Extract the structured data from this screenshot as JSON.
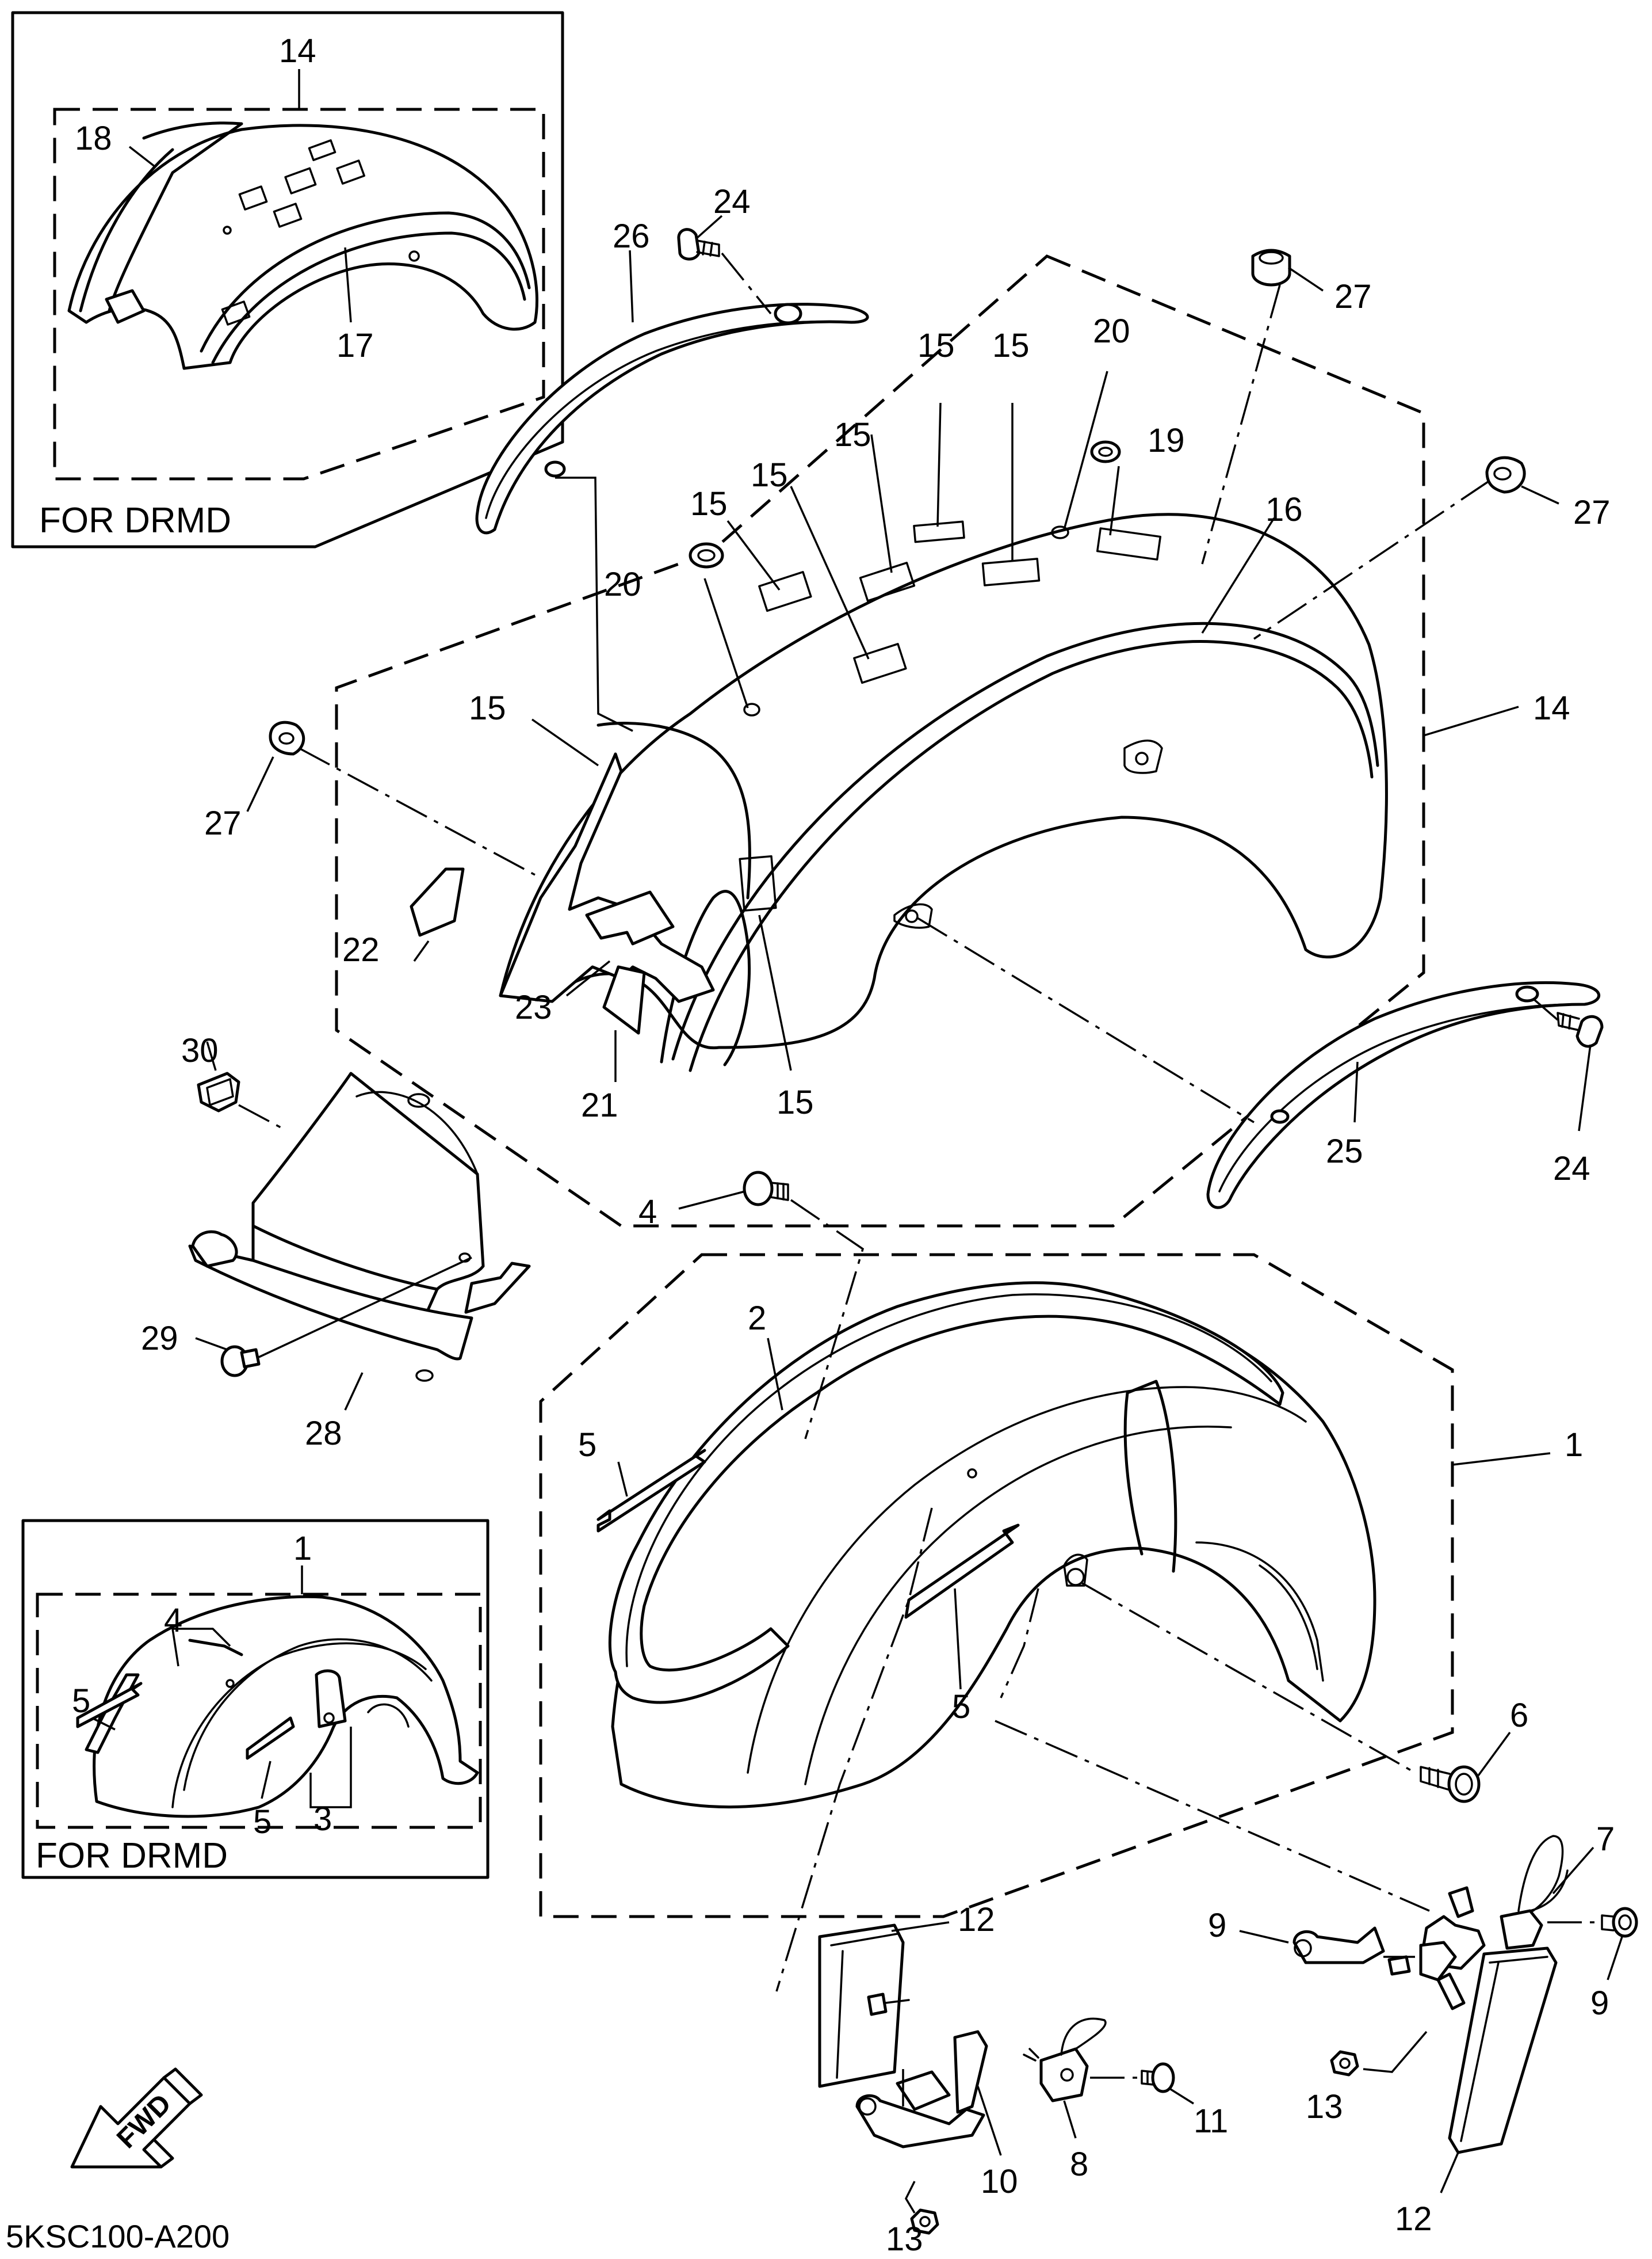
{
  "diagram_code": "5KSC100-A200",
  "inset_label": "FOR DRMD",
  "fwd_label": "FWD",
  "callouts": {
    "c1": "1",
    "c2": "2",
    "c3": "3",
    "c4": "4",
    "c5": "5",
    "c6": "6",
    "c7": "7",
    "c8": "8",
    "c9": "9",
    "c10": "10",
    "c11": "11",
    "c12": "12",
    "c13": "13",
    "c14": "14",
    "c15": "15",
    "c16": "16",
    "c17": "17",
    "c18": "18",
    "c19": "19",
    "c20": "20",
    "c21": "21",
    "c22": "22",
    "c23": "23",
    "c24": "24",
    "c25": "25",
    "c26": "26",
    "c27": "27",
    "c28": "28",
    "c29": "29",
    "c30": "30"
  }
}
